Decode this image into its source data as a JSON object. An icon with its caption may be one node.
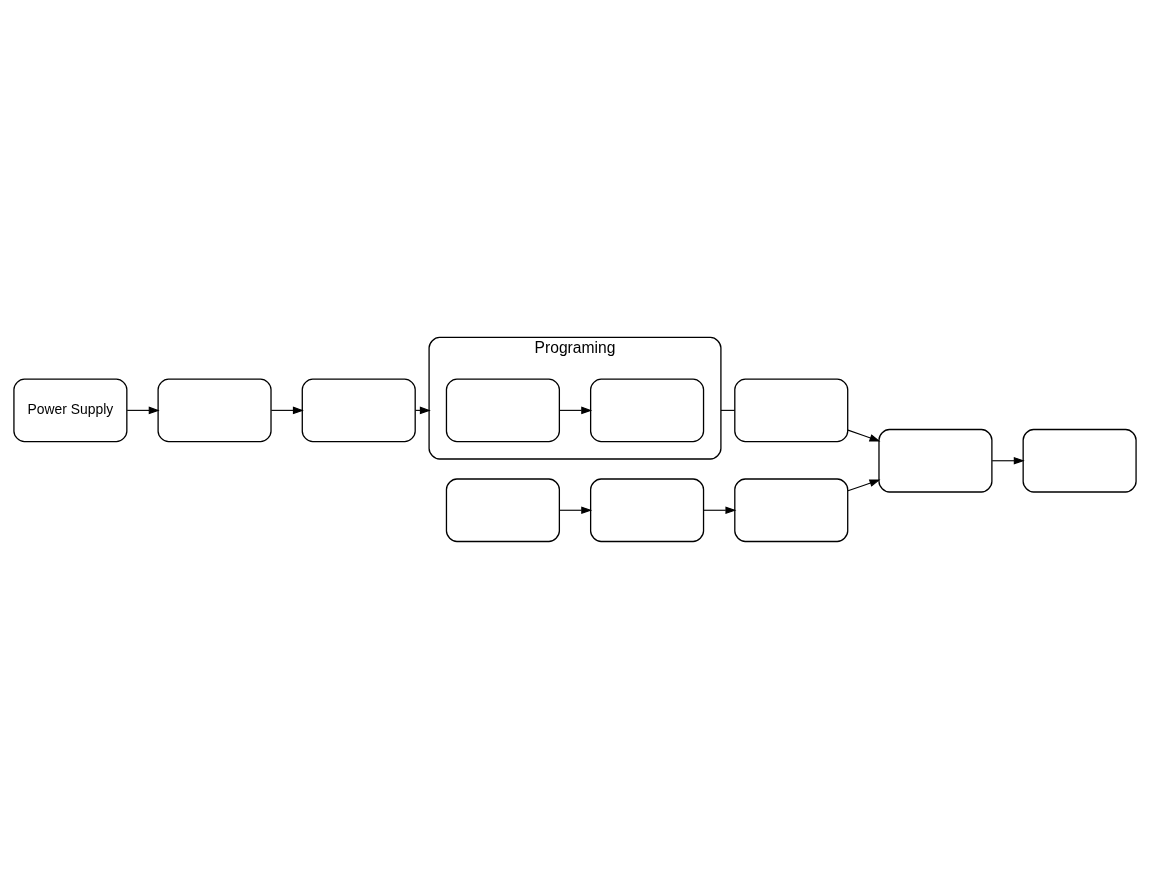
{
  "diagram": {
    "nodes": [
      {
        "text": [
          "Power Supply"
        ]
      },
      {
        "text": [],
        "shape": "box"
      },
      {
        "text": [],
        "shape": "box"
      },
      {
        "text": [
          "Programing"
        ]
      },
      {
        "text": [],
        "shape": "box",
        "in": 3
      },
      {
        "text": [],
        "shape": "box",
        "in": 3
      },
      {
        "text": [],
        "shape": "box"
      },
      {
        "text": [],
        "shape": "box"
      },
      {
        "text": [],
        "shape": "box"
      },
      {
        "text": [],
        "shape": "box"
      },
      {
        "text": [],
        "shape": "box"
      },
      {
        "text": [],
        "shape": "box"
      }
    ],
    "edges": [
      {
        "from": 0,
        "to": 1,
        "arrow": "to"
      },
      {
        "from": 1,
        "to": 2,
        "arrow": "to"
      },
      {
        "from": 2,
        "to": 3,
        "arrow": "to"
      },
      {
        "from": 4,
        "to": 5,
        "arrow": "to"
      },
      {
        "from": 6,
        "to": 7,
        "arrow": "to"
      },
      {
        "from": 7,
        "to": 8,
        "arrow": "to"
      },
      {
        "from": 8,
        "to": 9,
        "arrow": "to"
      },
      {
        "from": 3,
        "to": 10,
        "arrow": "none"
      },
      {
        "from": 10,
        "to": 9,
        "arrow": "to"
      },
      {
        "from": 9,
        "to": 11,
        "arrow": "to"
      }
    ]
  }
}
